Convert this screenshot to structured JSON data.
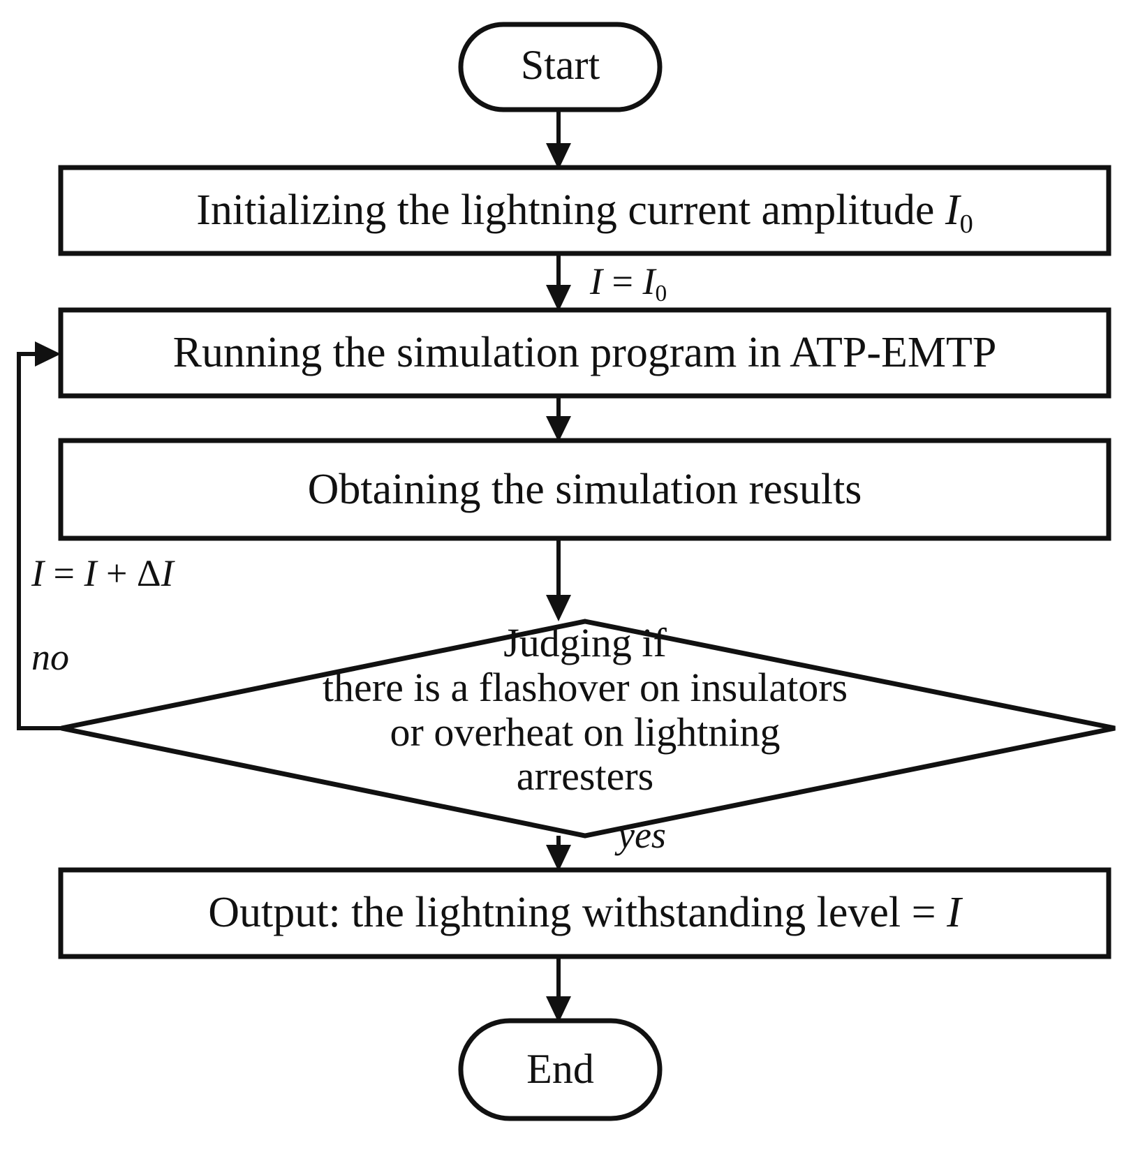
{
  "diagram": {
    "title": "Lightning withstanding level calculation flowchart",
    "type": "flowchart",
    "stroke_color": "#111111",
    "fill_color": "#ffffff",
    "background_color": "#ffffff"
  },
  "nodes": {
    "start": {
      "shape": "terminator",
      "label": "Start"
    },
    "init": {
      "shape": "process",
      "label_main": "Initializing the lightning current amplitude ",
      "label_var": "I",
      "label_sub": "0"
    },
    "run": {
      "shape": "process",
      "label": "Running the simulation program in ATP-EMTP"
    },
    "obtain": {
      "shape": "process",
      "label": "Obtaining the simulation results"
    },
    "decision": {
      "shape": "decision",
      "line1": "Judging if",
      "line2": "there is a flashover on insulators",
      "line3": "or overheat on lightning",
      "line4": "arresters"
    },
    "output": {
      "shape": "process",
      "label_main": "Output: the lightning withstanding level = ",
      "label_var": "I"
    },
    "end": {
      "shape": "terminator",
      "label": "End"
    }
  },
  "edge_labels": {
    "init_to_run": {
      "var_left": "I",
      "eq": " = ",
      "var_right": "I",
      "sub": "0"
    },
    "feedback_increment": {
      "var_left": "I",
      "eq": " = ",
      "var_right": "I",
      "plus": " + ",
      "delta": "Δ",
      "var_delta": "I"
    },
    "no": "no",
    "yes": "yes"
  }
}
